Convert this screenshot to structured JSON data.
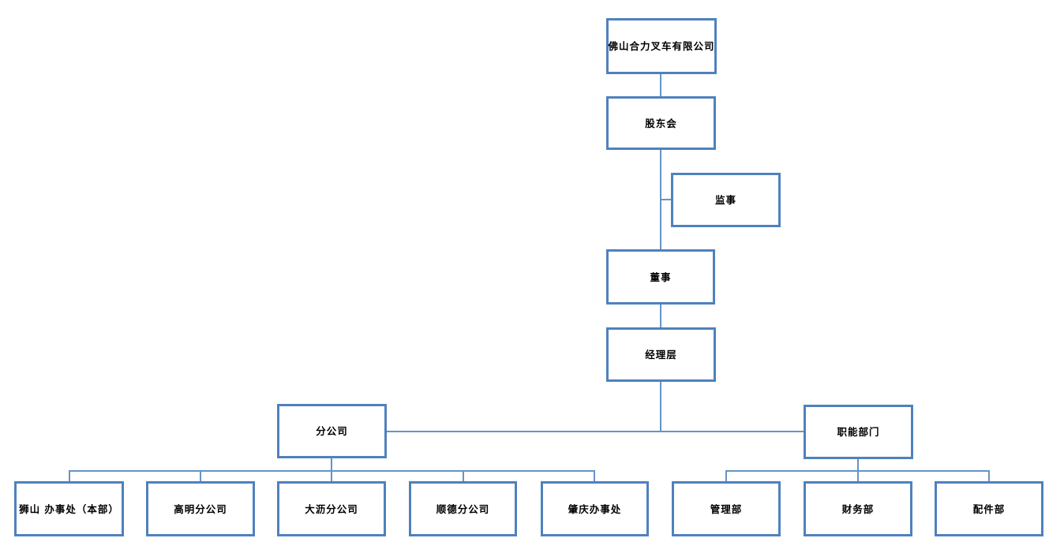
{
  "colors": {
    "border": "#4f81bd",
    "line": "#6494c6",
    "text": "#000000",
    "bg": "#ffffff"
  },
  "nodes": {
    "company": {
      "label": "佛山合力叉车有限公司"
    },
    "shareholders": {
      "label": "股东会"
    },
    "supervisor": {
      "label": "监事"
    },
    "director": {
      "label": "董事"
    },
    "management": {
      "label": "经理层"
    },
    "branches": {
      "label": "分公司"
    },
    "functions": {
      "label": "职能部门"
    },
    "shishan": {
      "label": "狮山 办事处（本部）"
    },
    "gaoming": {
      "label": "高明分公司"
    },
    "dali": {
      "label": "大沥分公司"
    },
    "shunde": {
      "label": "顺德分公司"
    },
    "zhaoqing": {
      "label": "肇庆办事处"
    },
    "admin": {
      "label": "管理部"
    },
    "finance": {
      "label": "财务部"
    },
    "parts": {
      "label": "配件部"
    }
  },
  "edges": [
    {
      "from": "company",
      "to": "shareholders"
    },
    {
      "from": "shareholders",
      "to": "supervisor"
    },
    {
      "from": "shareholders",
      "to": "director"
    },
    {
      "from": "director",
      "to": "management"
    },
    {
      "from": "management",
      "to": "branches"
    },
    {
      "from": "management",
      "to": "functions"
    },
    {
      "from": "branches",
      "to": "shishan"
    },
    {
      "from": "branches",
      "to": "gaoming"
    },
    {
      "from": "branches",
      "to": "dali"
    },
    {
      "from": "branches",
      "to": "shunde"
    },
    {
      "from": "branches",
      "to": "zhaoqing"
    },
    {
      "from": "functions",
      "to": "admin"
    },
    {
      "from": "functions",
      "to": "finance"
    },
    {
      "from": "functions",
      "to": "parts"
    }
  ]
}
